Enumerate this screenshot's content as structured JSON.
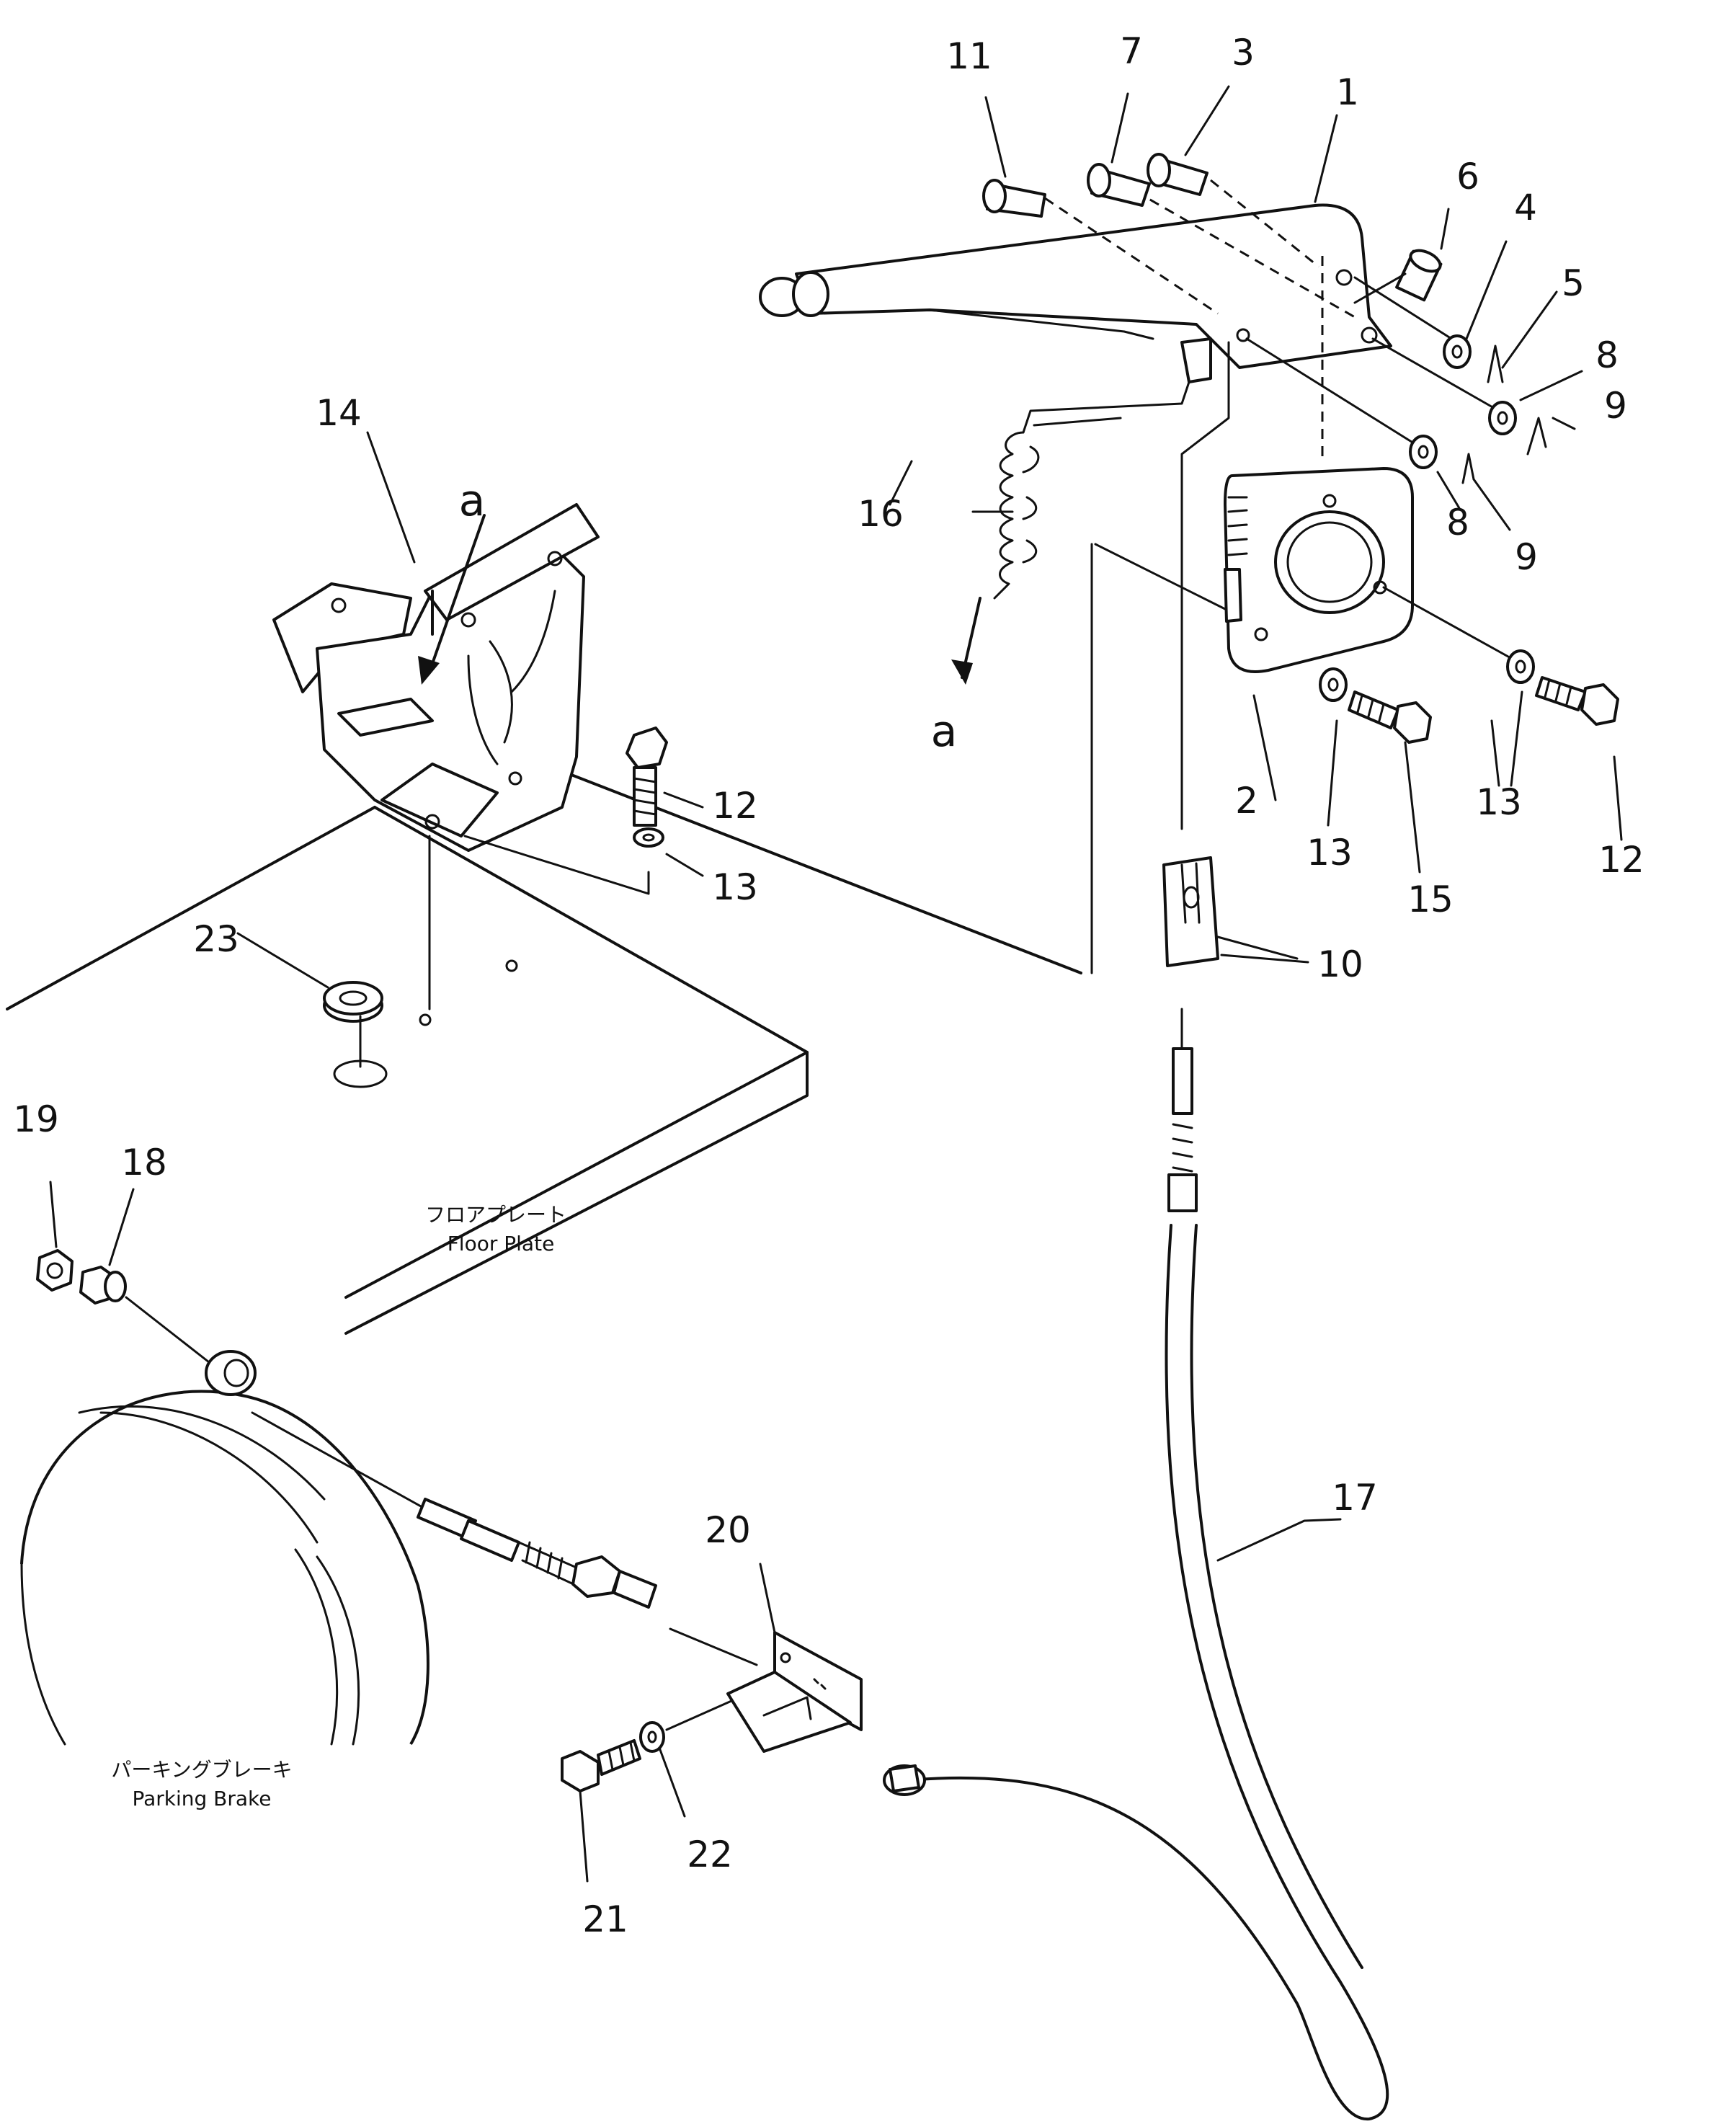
{
  "diagram": {
    "callouts": {
      "c1": "1",
      "c2": "2",
      "c3": "3",
      "c4": "4",
      "c5": "5",
      "c6": "6",
      "c7": "7",
      "c8a": "8",
      "c8b": "8",
      "c9a": "9",
      "c9b": "9",
      "c10": "10",
      "c11": "11",
      "c12a": "12",
      "c12b": "12",
      "c13a": "13",
      "c13b": "13",
      "c13c": "13",
      "c14": "14",
      "c15": "15",
      "c16": "16",
      "c17": "17",
      "c18": "18",
      "c19": "19",
      "c20": "20",
      "c21": "21",
      "c22": "22",
      "c23": "23"
    },
    "reference_marks": {
      "upper": "a",
      "lower": "a"
    },
    "floor_plate": {
      "label_jp": "フロアプレート",
      "label_en": "Floor  Plate"
    },
    "parking_brake": {
      "label_jp": "パーキングブレーキ",
      "label_en": "Parking  Brake"
    }
  },
  "colors": {
    "line": "#111111",
    "background": "#ffffff"
  }
}
